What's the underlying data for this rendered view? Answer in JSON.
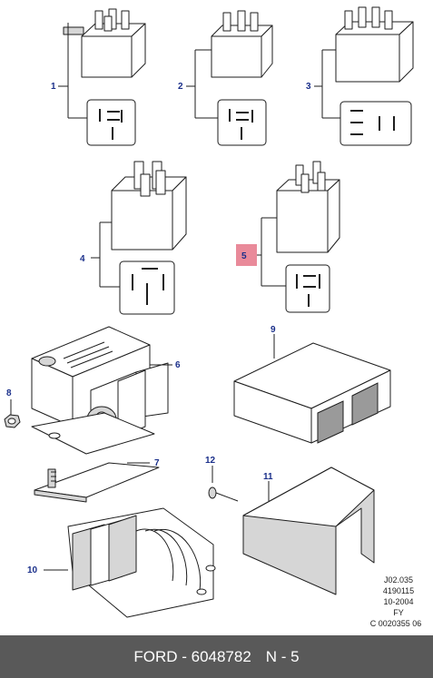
{
  "callouts": [
    "1",
    "2",
    "3",
    "4",
    "5",
    "6",
    "7",
    "8",
    "9",
    "10",
    "11",
    "12"
  ],
  "highlight_color": "#e98a9a",
  "callout_color": "#1a2f8a",
  "meta": {
    "line1": "J02.035",
    "line2": "4190115",
    "line3": "10-2004",
    "line4": "FY",
    "line5": "C 0020355 06"
  },
  "footer": {
    "brand_part": "FORD - 6048782",
    "position": "N - 5"
  }
}
